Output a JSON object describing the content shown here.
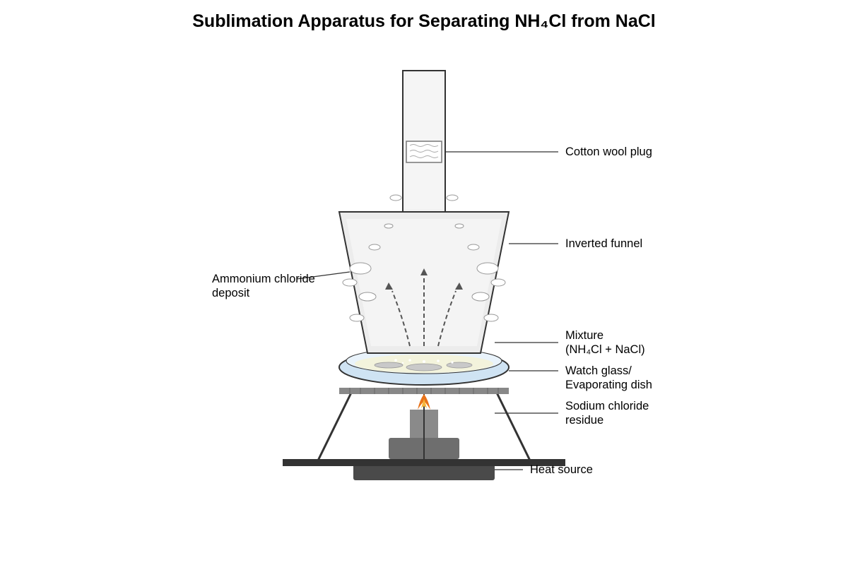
{
  "title": "Sublimation Apparatus for Separating NH₄Cl from NaCl",
  "labels": {
    "cotton_wool_plug": "Cotton wool plug",
    "inverted_funnel": "Inverted funnel",
    "ammonium_chloride_deposit": [
      "Ammonium chloride",
      "deposit"
    ],
    "mixture": [
      "Mixture",
      "(NH₄Cl + NaCl)"
    ],
    "watch_glass": [
      "Watch glass/",
      "Evaporating dish"
    ],
    "sodium_chloride_residue": [
      "Sodium chloride",
      "residue"
    ],
    "heat_source": "Heat source"
  },
  "colors": {
    "outline": "#333333",
    "funnel_fill": "#f2f2f2",
    "dish_fill": "#cfe3f3",
    "mixture_fill": "#f3f3dc",
    "gauze": "#888888",
    "burner": "#6e6e6e",
    "base": "#4a4a4a",
    "flame_outer": "#e8731a",
    "flame_inner": "#f6b73c",
    "arrow": "#555555"
  }
}
